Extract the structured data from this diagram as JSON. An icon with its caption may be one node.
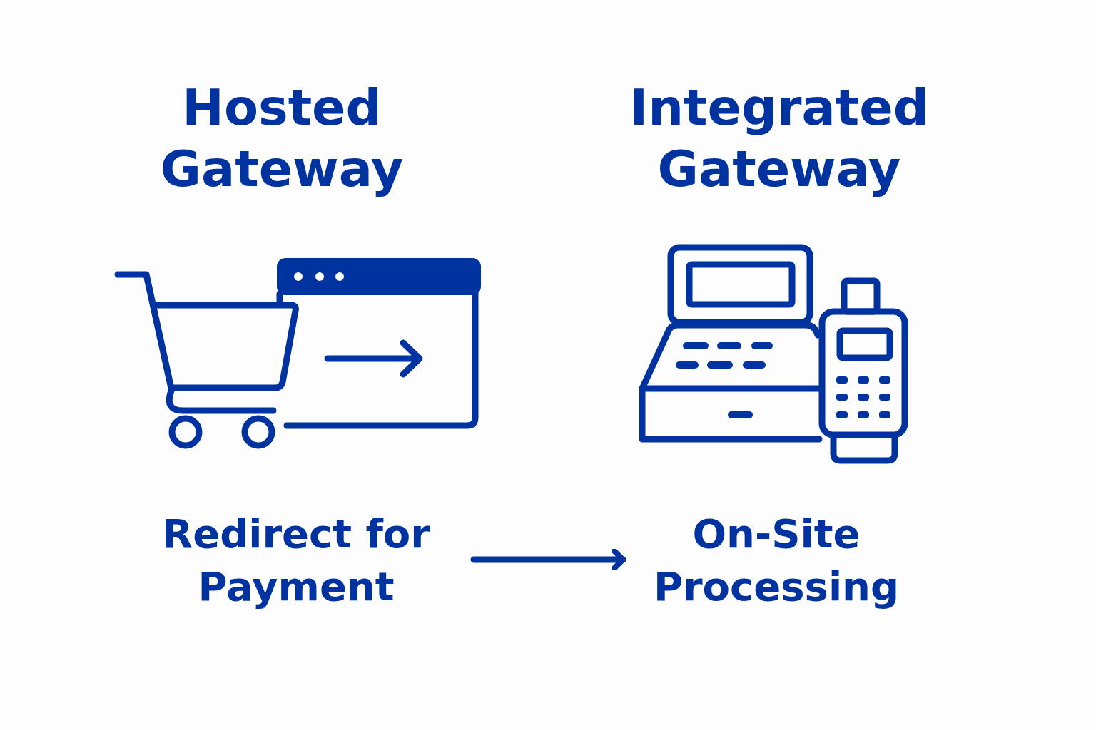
{
  "diagram": {
    "nodes": [
      {
        "text": [
          "Redirect for Payment"
        ]
      },
      {
        "text": [
          "On-Site Processing"
        ]
      }
    ],
    "edges": [
      {
        "from": 0,
        "to": 1,
        "arrow": "to"
      }
    ],
    "labels": [
      "Hosted Gateway",
      "Integrated Gateway"
    ]
  }
}
